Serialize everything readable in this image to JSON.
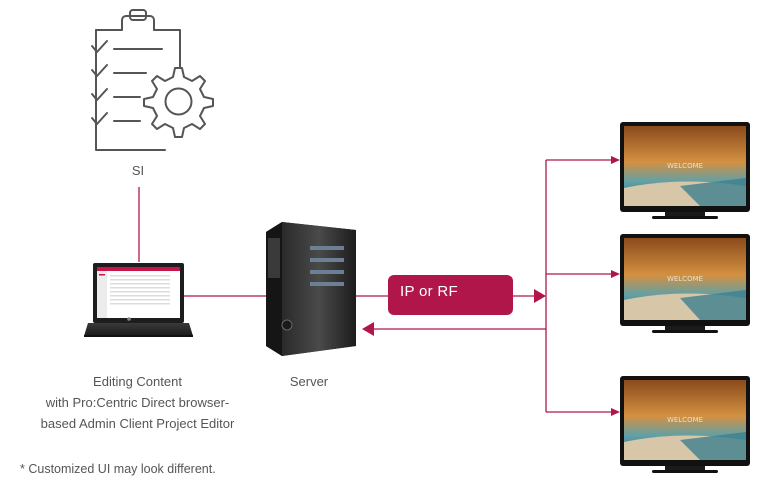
{
  "labels": {
    "si": "SI",
    "editor_lines": [
      "Editing Content",
      "with Pro:Centric Direct browser-",
      "based Admin Client Project Editor"
    ],
    "server": "Server",
    "connection": "IP or RF"
  },
  "footnote": "* Customized UI may look different.",
  "tv_screen_text": "WELCOME",
  "colors": {
    "accent": "#b1164a",
    "icon_stroke": "#555555",
    "text": "#555555"
  }
}
